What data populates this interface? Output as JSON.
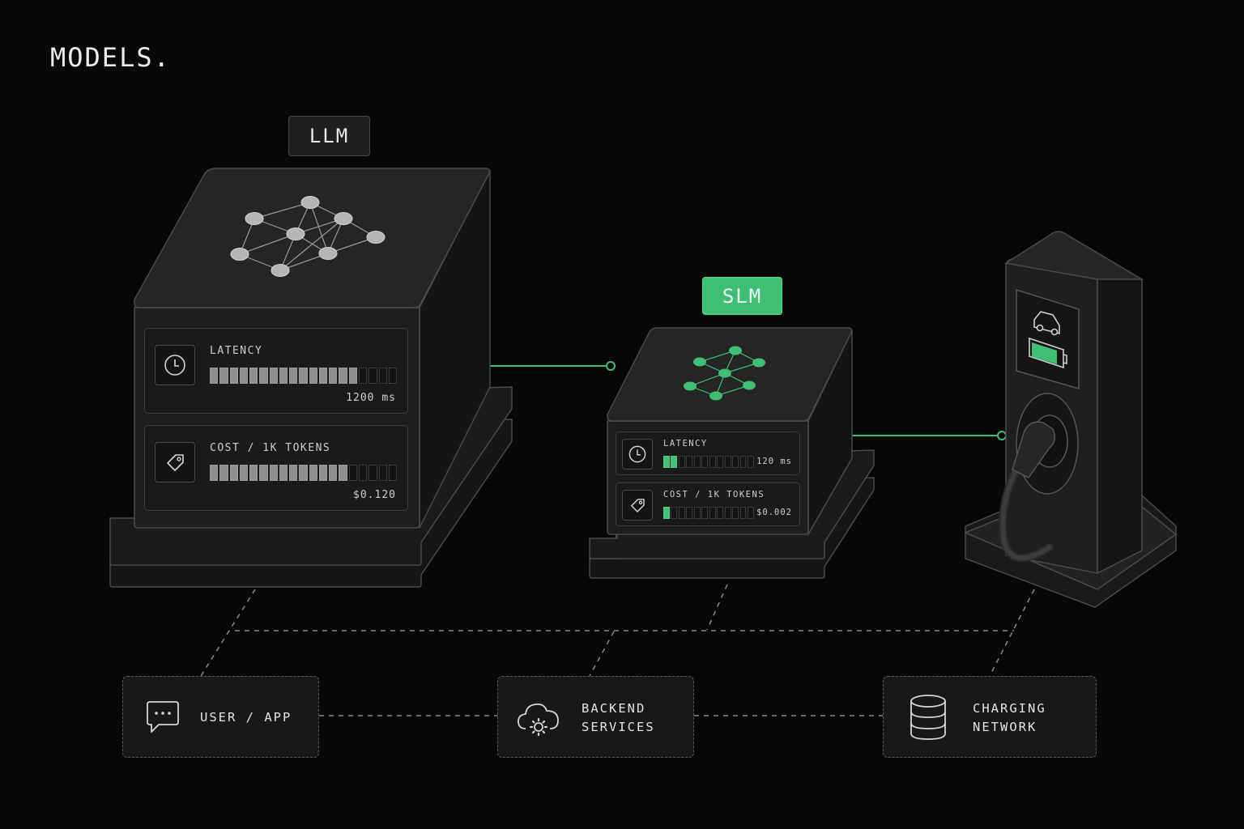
{
  "title": "MODELS.",
  "llm": {
    "tag": "LLM",
    "latency": {
      "label": "LATENCY",
      "value": "1200 ms",
      "filled_segments": 15,
      "total_segments": 19
    },
    "cost": {
      "label": "COST / 1K TOKENS",
      "value": "$0.120",
      "filled_segments": 14,
      "total_segments": 19
    }
  },
  "slm": {
    "tag": "SLM",
    "latency": {
      "label": "LATENCY",
      "value": "120 ms",
      "filled_segments": 2,
      "total_segments": 12
    },
    "cost": {
      "label": "COST / 1K TOKENS",
      "value": "$0.002",
      "filled_segments": 1,
      "total_segments": 12
    }
  },
  "nodes": {
    "user": {
      "line1": "USER / APP",
      "line2": "",
      "icon": "chat-bubble-icon"
    },
    "backend": {
      "line1": "BACKEND",
      "line2": "SERVICES",
      "icon": "cloud-gear-icon"
    },
    "charging": {
      "line1": "CHARGING",
      "line2": "NETWORK",
      "icon": "database-icon"
    }
  },
  "charger": {
    "screen_icons": [
      "car-icon",
      "battery-icon"
    ]
  },
  "colors": {
    "background": "#070707",
    "accent_green": "#3fbf73",
    "panel": "#1f1f1f",
    "panel_top": "#252525",
    "stroke": "#4a4a4a",
    "bar_fill_gray": "#8f8f8f"
  }
}
